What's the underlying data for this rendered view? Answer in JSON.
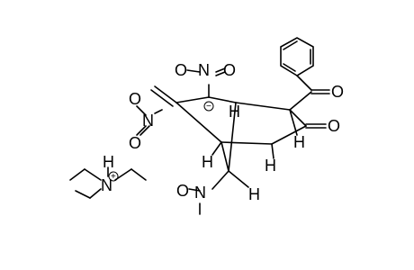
{
  "labels": {
    "nitro_top": {
      "o1": "O",
      "n": "N",
      "o2": "O"
    },
    "nitro_left": {
      "o1": "O",
      "n": "N",
      "o2": "O"
    },
    "nitro_bottom": {
      "o1": "O",
      "n": "N"
    },
    "benzoyl_o": "O",
    "ketone_o": "O",
    "h_bridgehead_right": "H",
    "h_ring_right": "H",
    "h_ring_lower": "H",
    "h_bridgehead_left": "H",
    "h_bridge": "H",
    "ammonium_n": "N",
    "ammonium_h": "H"
  },
  "charges": {
    "carbanion": "−",
    "ammonium": "+"
  }
}
